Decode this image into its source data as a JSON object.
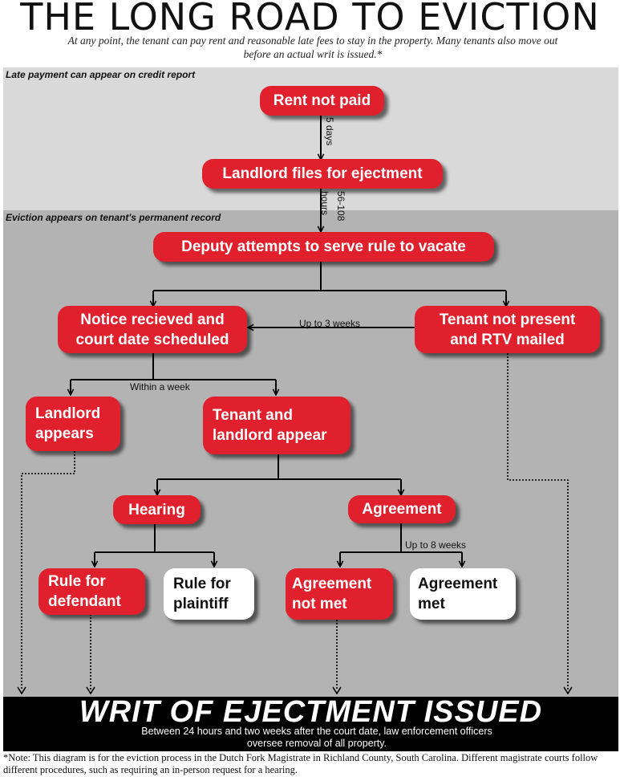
{
  "title": "THE LONG ROAD TO EVICTION",
  "subtitle": "At any point, the tenant can pay rent and reasonable late fees to stay in the property. Many tenants also move out before an actual writ is issued.*",
  "bands": {
    "credit": "Late payment can appear on credit report",
    "record": "Eviction appears on tenant's permanent record"
  },
  "nodes": {
    "rent_not_paid": "Rent not paid",
    "landlord_files": "Landlord files for ejectment",
    "deputy": "Deputy attempts to serve rule to vacate",
    "notice_line1": "Notice recieved and",
    "notice_line2": "court date scheduled",
    "not_present_line1": "Tenant not present",
    "not_present_line2": "and RTV mailed",
    "landlord_appears_line1": "Landlord",
    "landlord_appears_line2": "appears",
    "both_appear_line1": "Tenant and",
    "both_appear_line2": "landlord appear",
    "hearing": "Hearing",
    "agreement": "Agreement",
    "rule_def_line1": "Rule for",
    "rule_def_line2": "defendant",
    "rule_pla_line1": "Rule for",
    "rule_pla_line2": "plaintiff",
    "agr_not_met_line1": "Agreement",
    "agr_not_met_line2": "not met",
    "agr_met_line1": "Agreement",
    "agr_met_line2": "met"
  },
  "edge_labels": {
    "five_days": "5 days",
    "hours_a": "56-108",
    "hours_b": "hours",
    "up_to_3_weeks": "Up to 3 weeks",
    "within_a_week": "Within a week",
    "up_to_8_weeks": "Up to 8 weeks"
  },
  "writ": {
    "title": "WRIT OF EJECTMENT ISSUED",
    "subtitle": "Between 24 hours and two weeks after the court date, law enforcement officers oversee removal of all property."
  },
  "note": "*Note: This diagram is for the eviction process in the Dutch Fork Magistrate in Richland County, South Carolina. Different magistrate courts follow different procedures, such as requiring an in-person request for a hearing.",
  "colors": {
    "red_box": "#e0202c",
    "white_box": "#ffffff",
    "band_light": "#d9d9d9",
    "band_dark": "#b3b3b3",
    "writ_bar": "#000000"
  }
}
